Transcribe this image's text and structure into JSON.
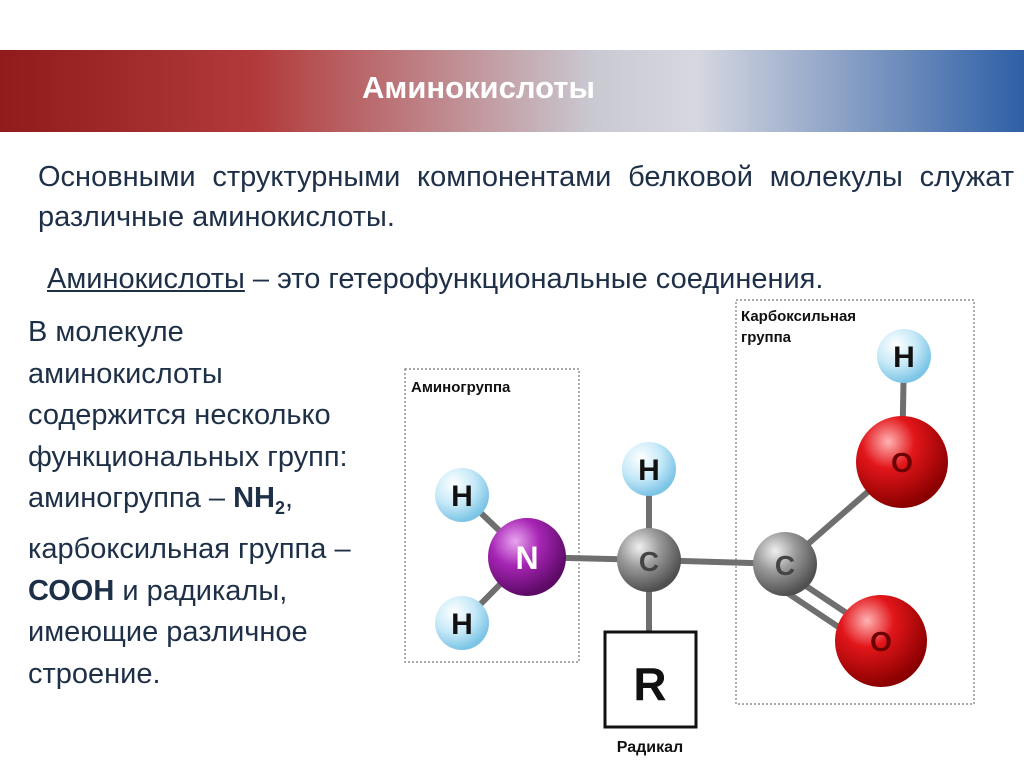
{
  "slide": {
    "title": "Аминокислоты",
    "intro": "Основными структурными компонентами белковой молекулы служат различные аминокислоты.",
    "definition_term": "Аминокислоты",
    "definition_rest": " – это гетерофункциональные соединения.",
    "body_p1": "В молекуле аминокислоты содержится несколько функциональных групп: аминогруппа – ",
    "body_nh": "NH",
    "body_nh_sub": "2",
    "body_p2": ", карбоксильная группа – ",
    "body_cooh": "СООН",
    "body_p3": " и радикалы, имеющие различное строение."
  },
  "diagram": {
    "amino_group_label": "Аминогруппа",
    "carboxyl_group_label_line1": "Карбоксильная",
    "carboxyl_group_label_line2": "группа",
    "radical_label": "Радикал",
    "radical_symbol": "R",
    "atoms": {
      "h_amino_top": "H",
      "h_amino_bottom": "H",
      "nitrogen": "N",
      "h_alpha": "H",
      "c_alpha": "C",
      "c_carboxyl": "C",
      "o_hydroxyl": "O",
      "o_carbonyl": "O",
      "h_hydroxyl": "H"
    },
    "colors": {
      "hydrogen": "#bfe6f7",
      "nitrogen": "#8e1b9a",
      "carbon": "#8a8a8a",
      "oxygen": "#d10f12",
      "bond": "#707070"
    }
  }
}
